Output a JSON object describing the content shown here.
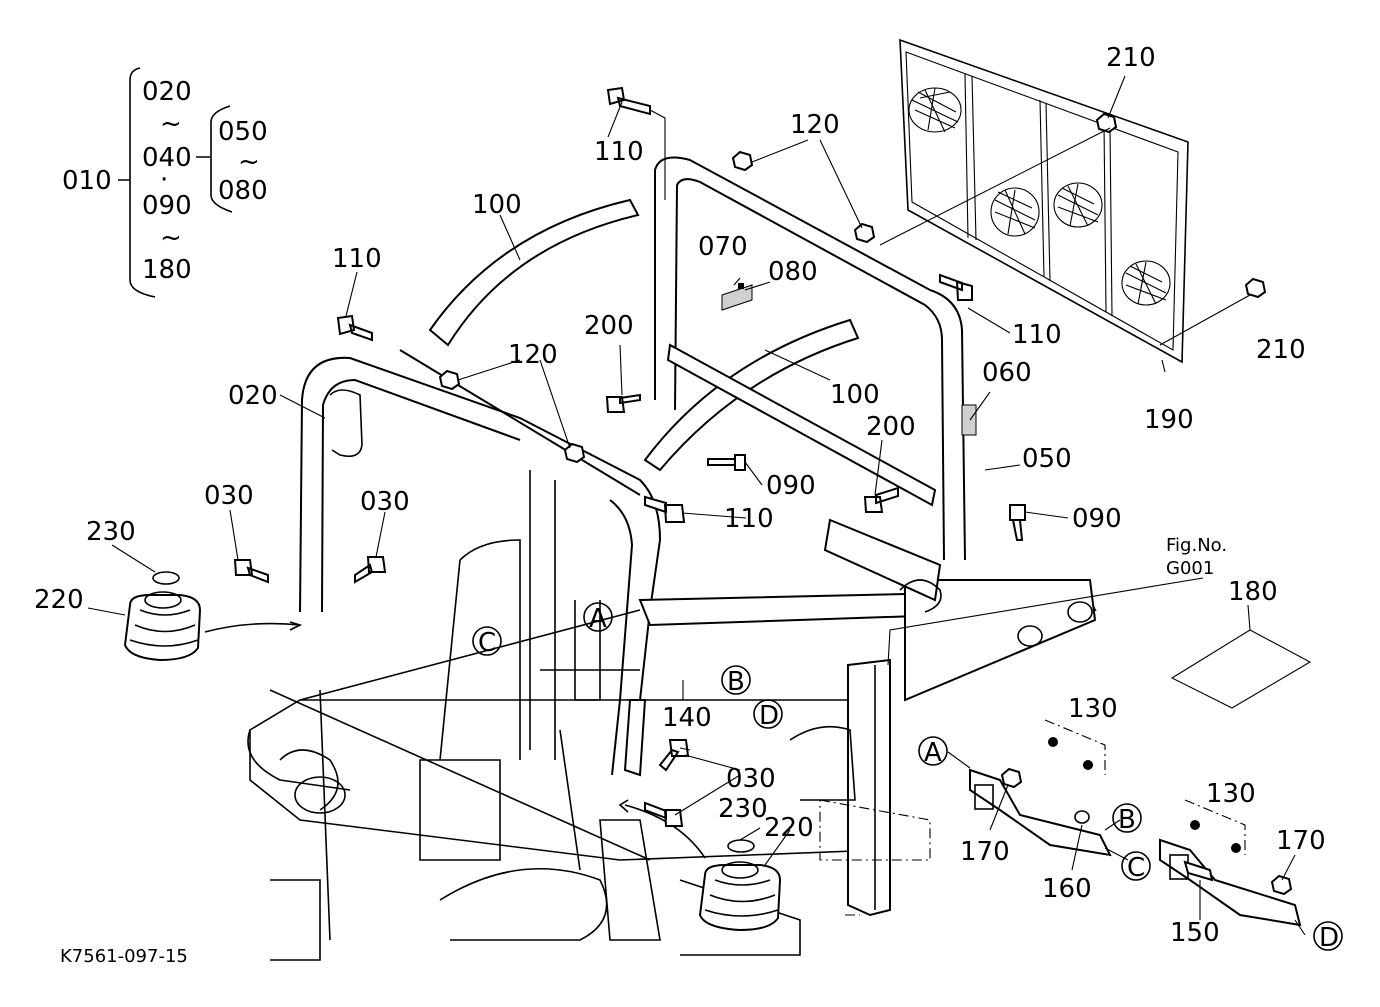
{
  "diagram": {
    "figure_code": "K7561-097-15",
    "fig_ref": {
      "line1": "Fig.No.",
      "line2": "G001"
    },
    "bracket_labels": {
      "root": "010",
      "left_items": [
        "020",
        "~",
        "040",
        "·",
        "090",
        "~",
        "180"
      ],
      "right_items": [
        "050",
        "~",
        "080"
      ]
    },
    "part_labels": [
      "210",
      "110",
      "120",
      "100",
      "110",
      "070",
      "080",
      "200",
      "110",
      "060",
      "210",
      "120",
      "020",
      "100",
      "190",
      "200",
      "050",
      "090",
      "030",
      "030",
      "090",
      "110",
      "230",
      "220",
      "180",
      "140",
      "030",
      "230",
      "220",
      "130",
      "170",
      "160",
      "130",
      "150",
      "170"
    ],
    "callouts": [
      "A",
      "B",
      "C",
      "D",
      "A",
      "B",
      "C",
      "D"
    ]
  }
}
